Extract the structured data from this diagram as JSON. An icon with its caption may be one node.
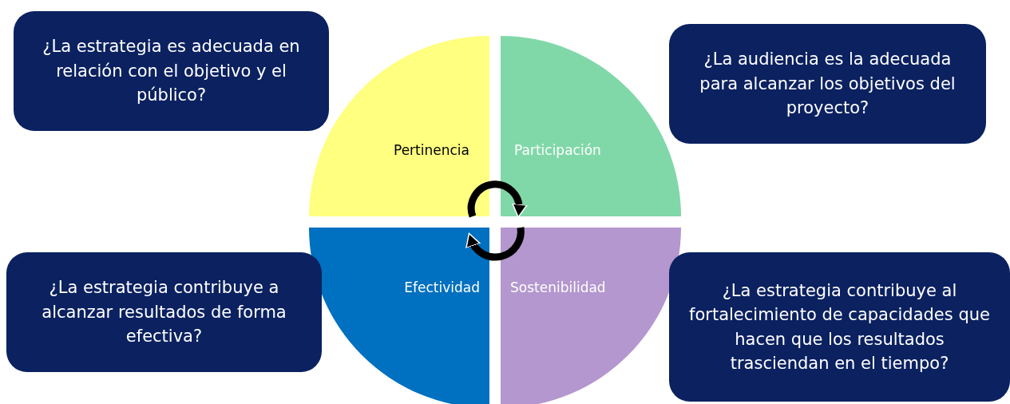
{
  "diagram": {
    "nodes": [
      {
        "text": [
          "¿La estrategia es adecuada en relación con el objetivo y el público?"
        ]
      },
      {
        "text": [
          "¿La audiencia es la adecuada para alcanzar los objetivos del proyecto?"
        ]
      },
      {
        "text": [
          "Pertinencia"
        ]
      },
      {
        "text": [
          "Participación"
        ]
      },
      {
        "text": [
          "¿La estrategia contribuye a alcanzar resultados de forma efectiva?"
        ]
      },
      {
        "text": [
          "Efectividad"
        ]
      },
      {
        "text": [
          "Sostenibilidad"
        ]
      },
      {
        "text": [
          "¿La estrategia contribuye al fortalecimiento de capacidades que hacen que los resultados trasciendan en el tiempo?"
        ]
      }
    ],
    "edges": [
      {
        "from": 2,
        "to": 3,
        "arrow": "to"
      },
      {
        "from": 6,
        "to": 5,
        "arrow": "to"
      }
    ]
  }
}
